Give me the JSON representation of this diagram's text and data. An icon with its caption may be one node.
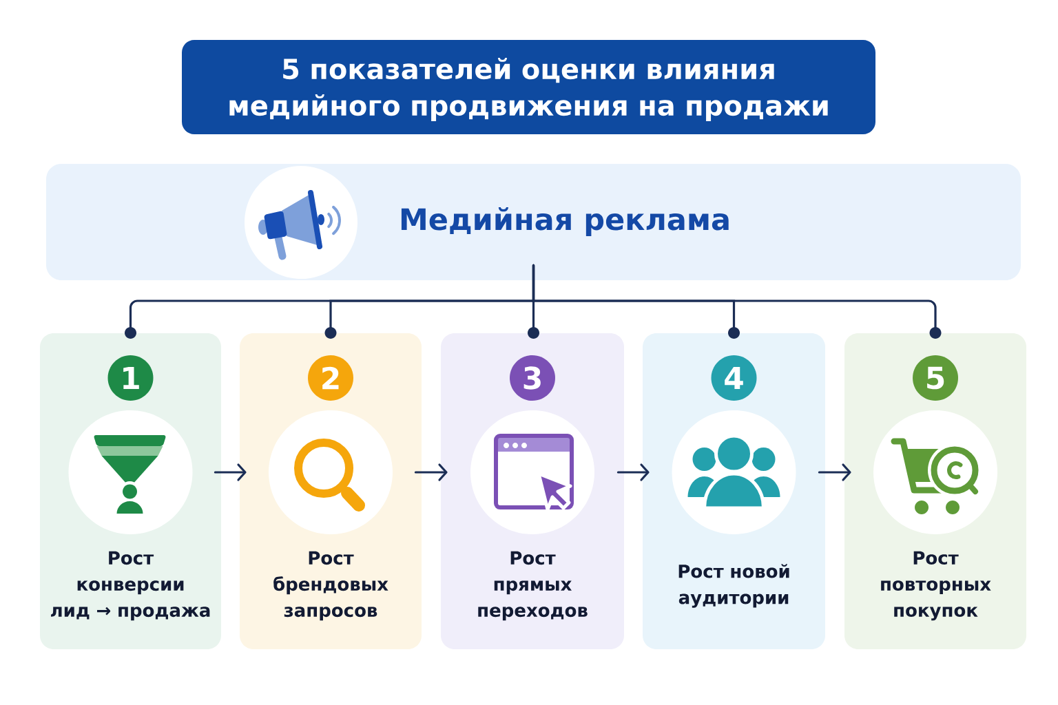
{
  "diagram": {
    "title": "5 показателей оценки влияния медийного продвижения на продажи",
    "nodes": [
      {
        "text": [
          "Медийная реклама"
        ]
      },
      {
        "text": [
          "Рост конверсии лид → продажа"
        ]
      },
      {
        "text": [
          "1"
        ],
        "in": 1
      },
      {
        "text": [
          "Рост брендовых запросов"
        ]
      },
      {
        "text": [
          "2"
        ],
        "in": 3
      },
      {
        "text": [
          "Рост прямых переходов"
        ]
      },
      {
        "text": [
          "3"
        ],
        "in": 5
      },
      {
        "text": [
          "Рост новой аудитории"
        ]
      },
      {
        "text": [
          "4"
        ],
        "in": 7
      },
      {
        "text": [
          "Рост повторных покупок"
        ]
      },
      {
        "text": [
          "5"
        ],
        "in": 9
      }
    ],
    "edges": [
      {
        "from": 0,
        "to": 1,
        "arrow": "other"
      },
      {
        "from": 0,
        "to": 3,
        "arrow": "other"
      },
      {
        "from": 0,
        "to": 5,
        "arrow": "other"
      },
      {
        "from": 0,
        "to": 7,
        "arrow": "other"
      },
      {
        "from": 0,
        "to": 9,
        "arrow": "other"
      },
      {
        "from": 1,
        "to": 3,
        "arrow": "to"
      },
      {
        "from": 3,
        "to": 5,
        "arrow": "to"
      },
      {
        "from": 5,
        "to": 7,
        "arrow": "to"
      },
      {
        "from": 7,
        "to": 9,
        "arrow": "to"
      }
    ]
  }
}
